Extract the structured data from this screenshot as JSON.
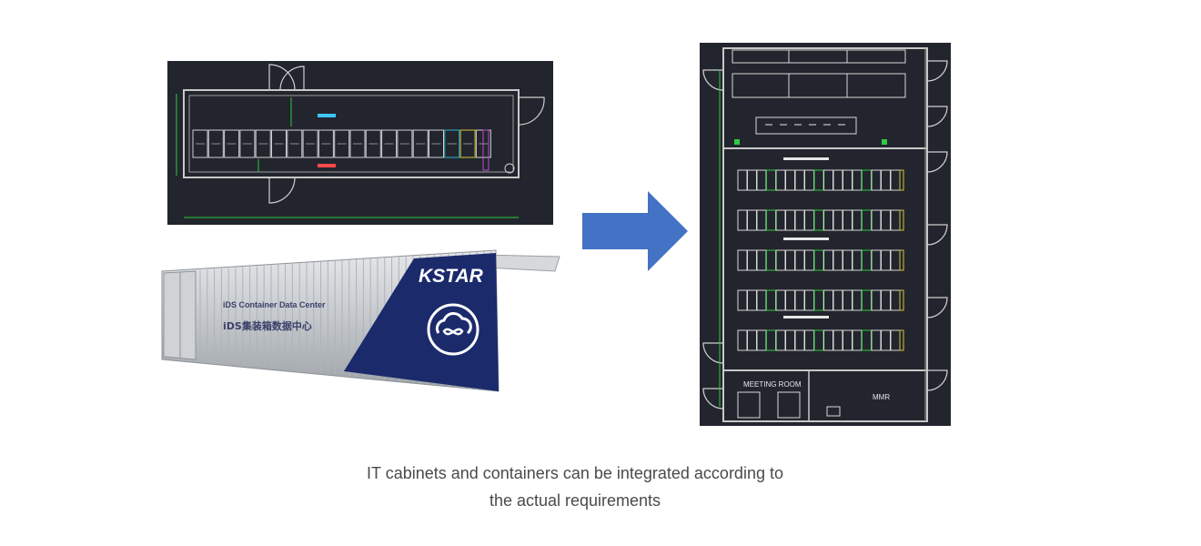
{
  "colors": {
    "plan_bg": "#22252d",
    "arrow": "#4472c4",
    "container_blue": "#1b2a6b",
    "caption_text": "#4a4a4a"
  },
  "container": {
    "brand": "KSTAR",
    "label_en": "iDS Container Data Center",
    "label_cn": "iDS集装箱数据中心",
    "logo_icon": "cloud-infinity-icon"
  },
  "plan_large": {
    "room_label_1": "MEETING ROOM",
    "room_label_2": "MMR"
  },
  "caption": {
    "line1": "IT cabinets and containers can be integrated according to",
    "line2": "the actual requirements"
  }
}
